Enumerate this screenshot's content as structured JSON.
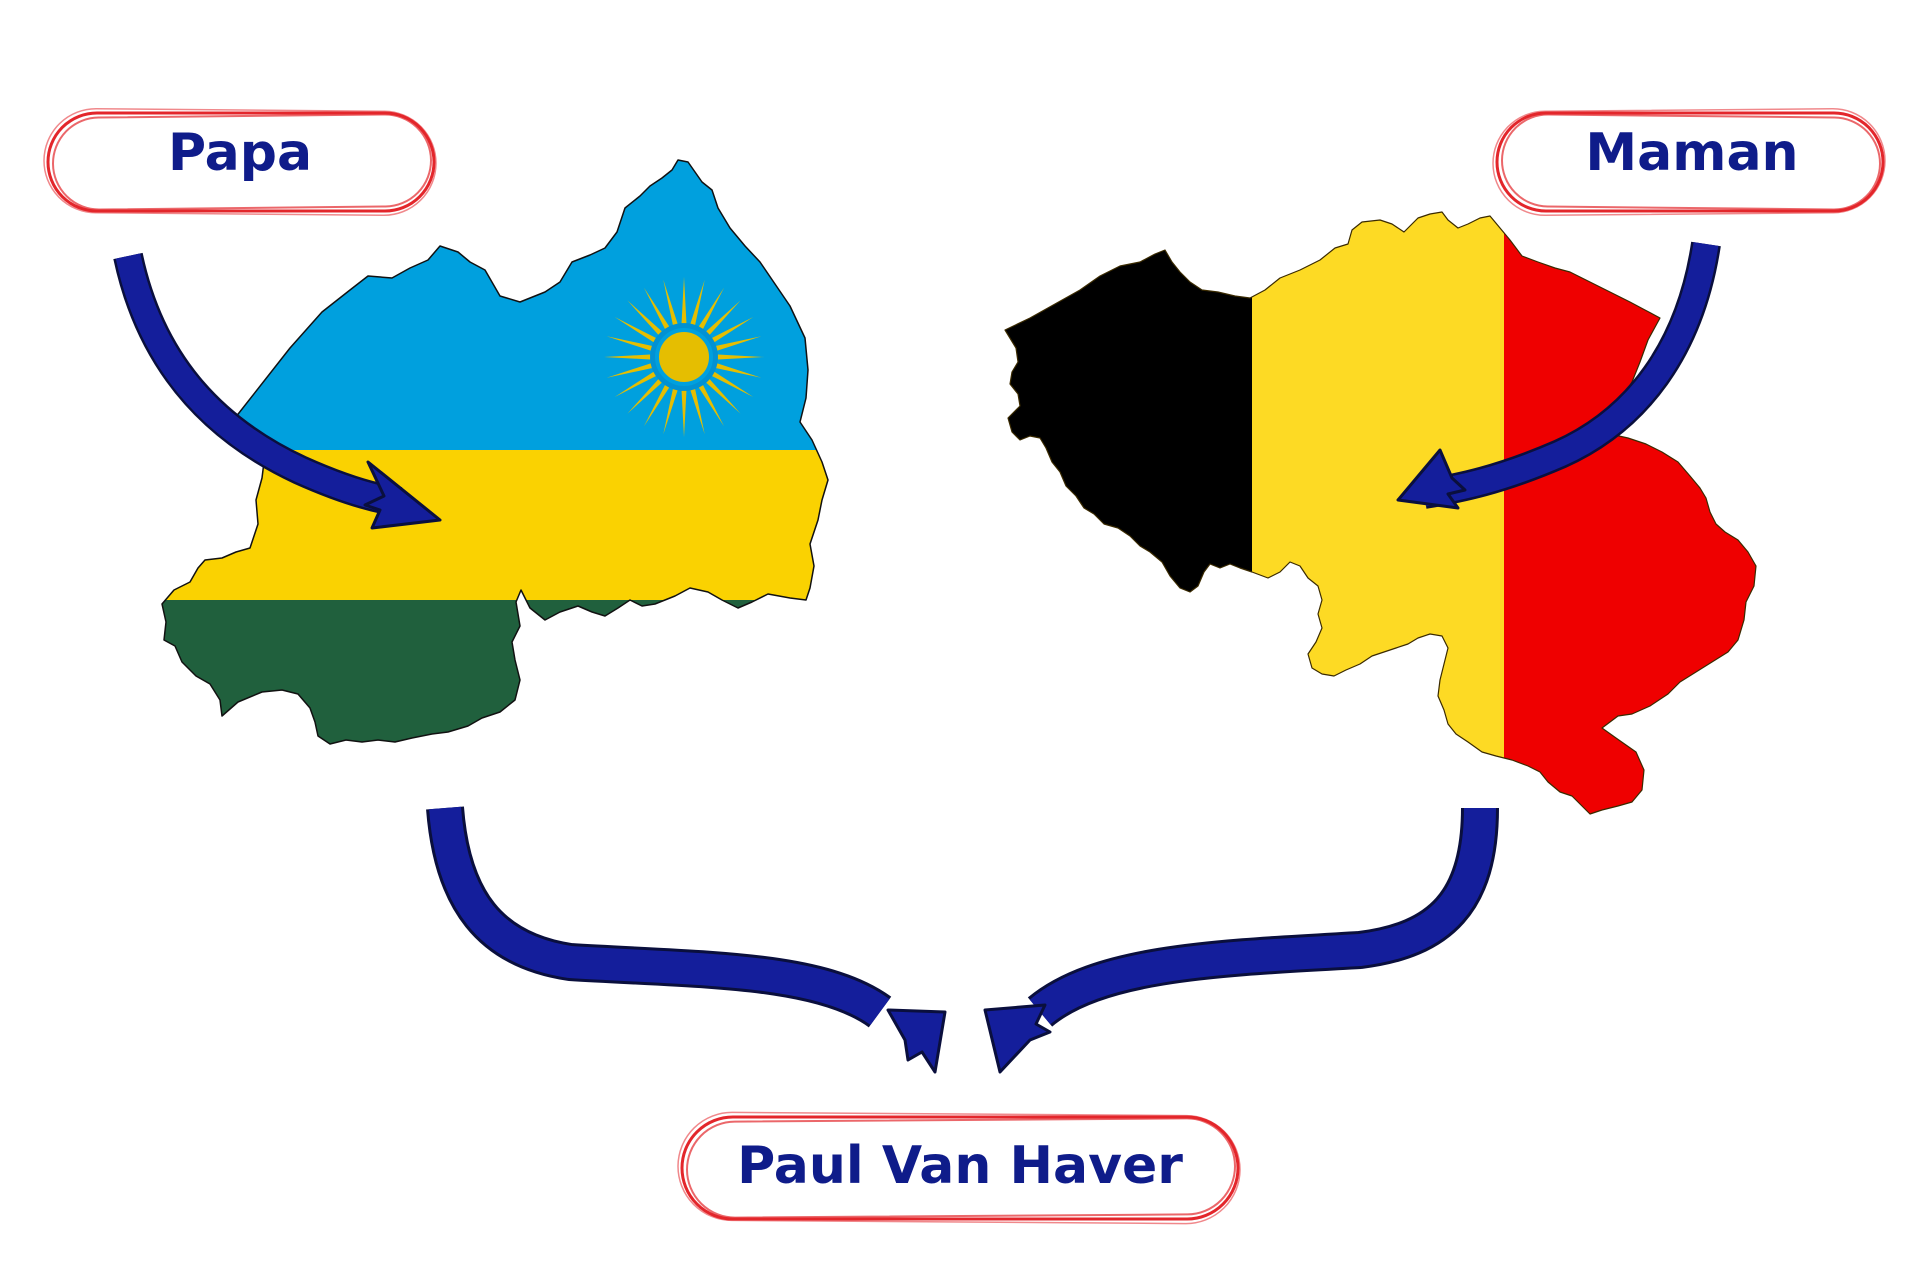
{
  "labels": {
    "father": "Papa",
    "mother": "Maman",
    "child": "Paul Van Haver"
  },
  "maps": {
    "left": {
      "name": "rwanda-flag-map-icon",
      "colors": {
        "blue": "#00a0de",
        "yellow": "#fad201",
        "green": "#20603d",
        "sun": "#e5be01"
      }
    },
    "right": {
      "name": "belgium-flag-map-icon",
      "colors": {
        "black": "#000000",
        "yellow": "#fdda24",
        "red": "#ef0000"
      }
    }
  },
  "colors": {
    "label_text": "#0f1c8a",
    "label_border": "#e3262b",
    "arrow": "#141e9b",
    "arrow_edge": "#0a0f3d"
  }
}
